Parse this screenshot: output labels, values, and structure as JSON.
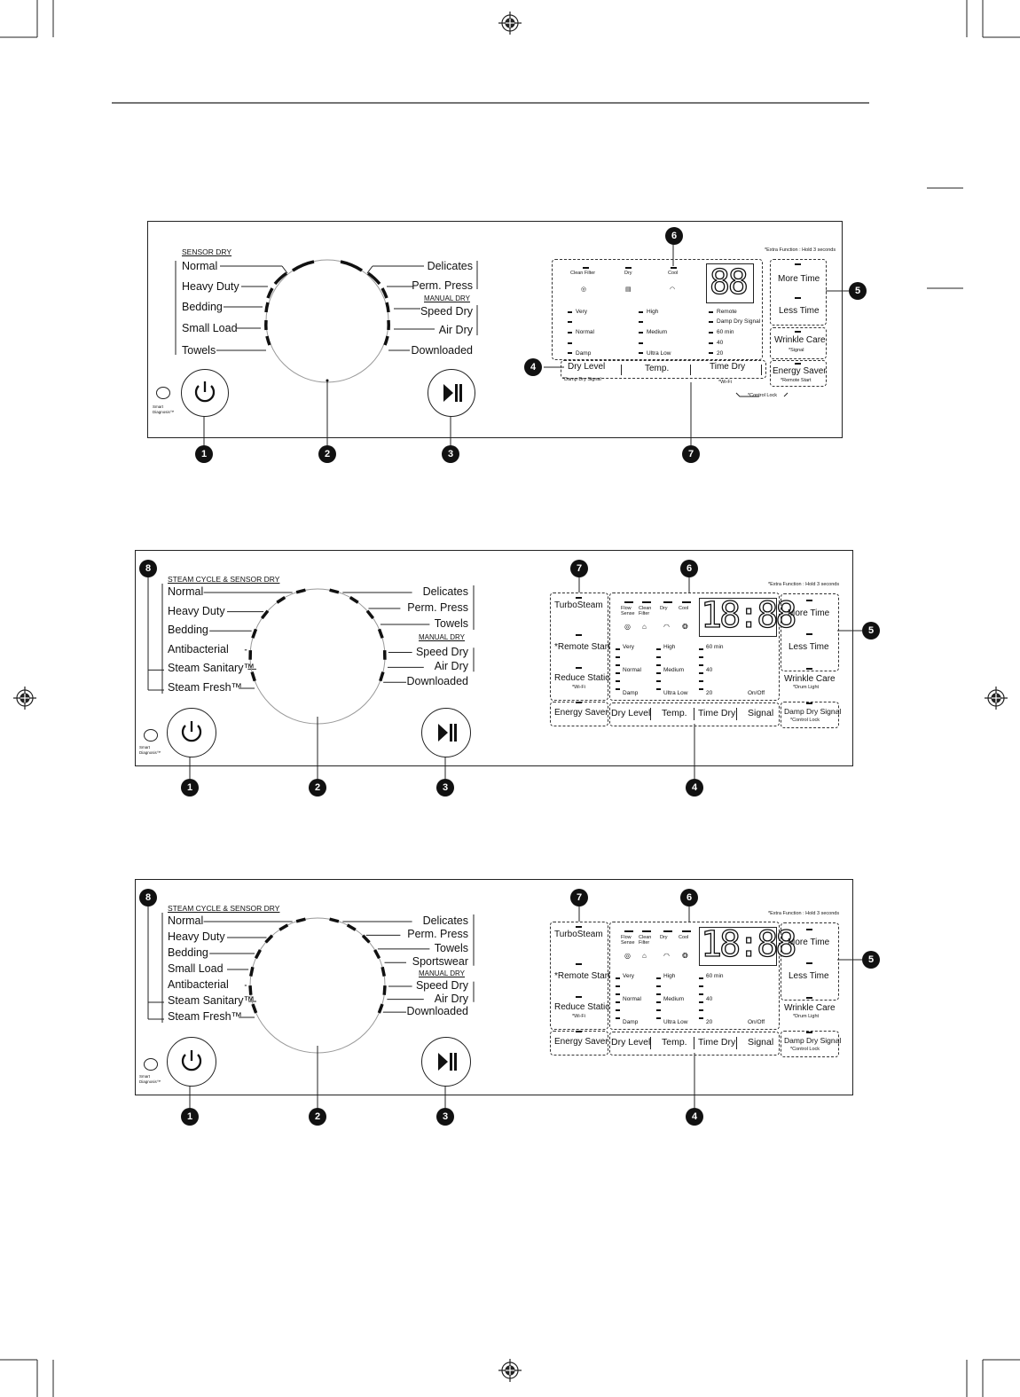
{
  "panel1": {
    "header": "SENSOR DRY",
    "extra_function": "*Extra Function : Hold 3 seconds",
    "left_cycles": [
      "Normal",
      "Heavy Duty",
      "Bedding",
      "Small Load",
      "Towels"
    ],
    "right_cycles_top": [
      "Delicates",
      "Perm. Press"
    ],
    "manual_dry": "MANUAL DRY",
    "right_cycles_bottom": [
      "Speed Dry",
      "Air Dry",
      "Downloaded"
    ],
    "smart_diagnosis": "Smart Diagnosis™",
    "status_labels": [
      "Clean Filter",
      "Dry",
      "Cool"
    ],
    "display_digits": "88",
    "col1": [
      "Very",
      "Normal",
      "Damp"
    ],
    "col2": [
      "High",
      "Medium",
      "Ultra Low"
    ],
    "col3": [
      "Remote",
      "Damp Dry Signal",
      "60 min",
      "40",
      "20"
    ],
    "buttons": {
      "dry_level": "Dry Level",
      "temp": "Temp.",
      "time_dry": "Time Dry",
      "more_time": "More Time",
      "less_time": "Less Time",
      "wrinkle_care": "Wrinkle Care",
      "signal_sub": "*Signal",
      "energy_saver": "Energy Saver",
      "remote_start_sub": "*Remote Start",
      "damp_dry_sub": "*Damp Dry Signal",
      "wifi_sub": "*Wi-Fi",
      "control_lock": "*Control Lock"
    },
    "callouts": [
      "1",
      "2",
      "3",
      "4",
      "5",
      "6",
      "7"
    ]
  },
  "panel2": {
    "header": "STEAM CYCLE & SENSOR DRY",
    "extra_function": "*Extra Function : Hold 3 seconds",
    "left_cycles": [
      "Normal",
      "Heavy Duty",
      "Bedding",
      "Antibacterial",
      "Steam Sanitary™",
      "Steam Fresh™"
    ],
    "right_cycles_top": [
      "Delicates",
      "Perm. Press",
      "Towels"
    ],
    "manual_dry": "MANUAL DRY",
    "right_cycles_bottom": [
      "Speed Dry",
      "Air Dry",
      "Downloaded"
    ],
    "smart_diagnosis": "Smart Diagnosis™",
    "status_labels": [
      "Flow Sense",
      "Clean Filter",
      "Dry",
      "Cool"
    ],
    "display_digits": "18:88",
    "left_buttons": [
      "TurboSteam",
      "*Remote Start",
      "Reduce Static",
      "*Wi-Fi",
      "Energy Saver"
    ],
    "col1": [
      "Very",
      "Normal",
      "Damp"
    ],
    "col2": [
      "High",
      "Medium",
      "Ultra Low"
    ],
    "col3": [
      "60 min",
      "40",
      "20",
      "On/Off"
    ],
    "bottom_buttons": [
      "Dry Level",
      "Temp.",
      "Time Dry",
      "Signal"
    ],
    "right_buttons": [
      "More Time",
      "Less Time",
      "Wrinkle Care",
      "*Drum Light",
      "Damp Dry Signal",
      "*Control Lock"
    ],
    "callouts": [
      "1",
      "2",
      "3",
      "4",
      "5",
      "6",
      "7",
      "8"
    ]
  },
  "panel3": {
    "header": "STEAM CYCLE & SENSOR DRY",
    "extra_function": "*Extra Function : Hold 3 seconds",
    "left_cycles": [
      "Normal",
      "Heavy Duty",
      "Bedding",
      "Small Load",
      "Antibacterial",
      "Steam Sanitary™",
      "Steam Fresh™"
    ],
    "right_cycles_top": [
      "Delicates",
      "Perm. Press",
      "Towels",
      "Sportswear"
    ],
    "manual_dry": "MANUAL DRY",
    "right_cycles_bottom": [
      "Speed Dry",
      "Air Dry",
      "Downloaded"
    ],
    "smart_diagnosis": "Smart Diagnosis™",
    "status_labels": [
      "Flow Sense",
      "Clean Filter",
      "Dry",
      "Cool"
    ],
    "display_digits": "18:88",
    "left_buttons": [
      "TurboSteam",
      "*Remote Start",
      "Reduce Static",
      "*Wi-Fi",
      "Energy Saver"
    ],
    "col1": [
      "Very",
      "Normal",
      "Damp"
    ],
    "col2": [
      "High",
      "Medium",
      "Ultra Low"
    ],
    "col3": [
      "60 min",
      "40",
      "20",
      "On/Off"
    ],
    "bottom_buttons": [
      "Dry Level",
      "Temp.",
      "Time Dry",
      "Signal"
    ],
    "right_buttons": [
      "More Time",
      "Less Time",
      "Wrinkle Care",
      "*Drum Light",
      "Damp Dry Signal",
      "*Control Lock"
    ],
    "callouts": [
      "1",
      "2",
      "3",
      "4",
      "5",
      "6",
      "7",
      "8"
    ]
  }
}
